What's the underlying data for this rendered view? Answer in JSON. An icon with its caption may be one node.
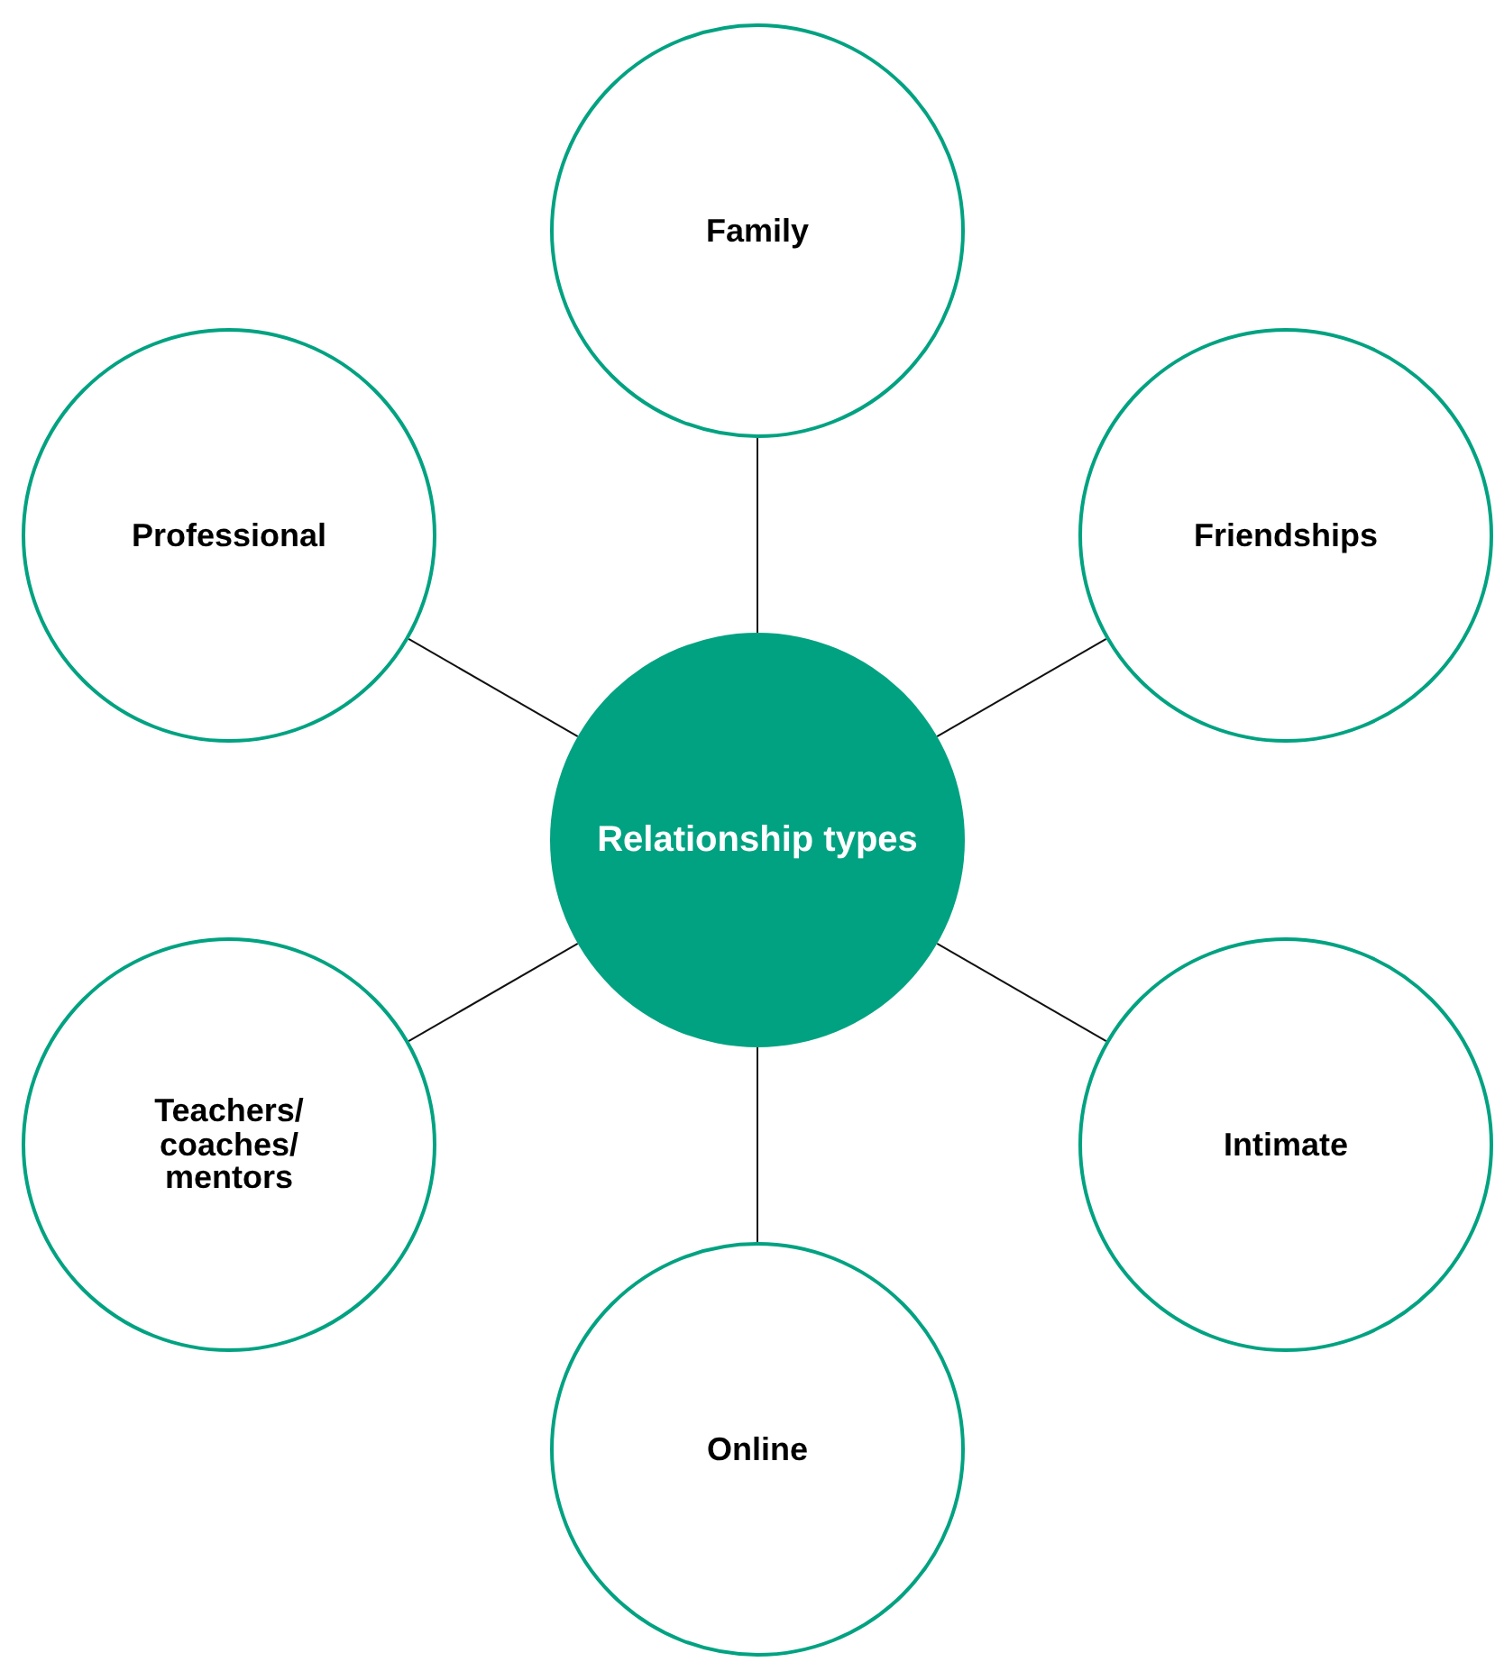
{
  "diagram": {
    "nodes": [
      {
        "text": [
          "Relationship types"
        ]
      },
      {
        "text": [
          "Family"
        ]
      },
      {
        "text": [
          "Professional"
        ]
      },
      {
        "text": [
          "Friendships"
        ]
      },
      {
        "text": [
          "Teachers/ coaches/ mentors"
        ]
      },
      {
        "text": [
          "Intimate"
        ]
      },
      {
        "text": [
          "Online"
        ]
      }
    ],
    "edges": [
      {
        "from": 0,
        "to": 1,
        "arrow": "none"
      },
      {
        "from": 0,
        "to": 2,
        "arrow": "none"
      },
      {
        "from": 0,
        "to": 3,
        "arrow": "none"
      },
      {
        "from": 0,
        "to": 4,
        "arrow": "none"
      },
      {
        "from": 0,
        "to": 5,
        "arrow": "none"
      },
      {
        "from": 0,
        "to": 6,
        "arrow": "none"
      }
    ]
  }
}
